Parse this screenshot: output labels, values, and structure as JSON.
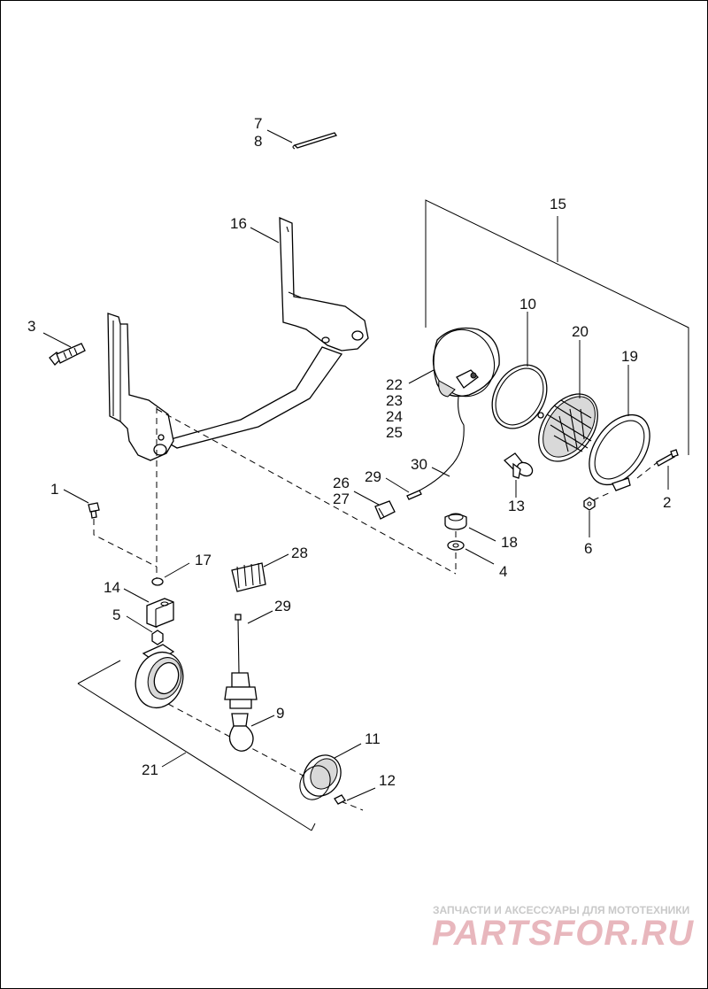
{
  "labels": {
    "p1": "1",
    "p2": "2",
    "p3": "3",
    "p4": "4",
    "p5": "5",
    "p6": "6",
    "p7": "7",
    "p8": "8",
    "p9": "9",
    "p10": "10",
    "p11": "11",
    "p12": "12",
    "p13": "13",
    "p14": "14",
    "p15": "15",
    "p16": "16",
    "p17": "17",
    "p18": "18",
    "p19": "19",
    "p20": "20",
    "p21": "21",
    "p22": "22",
    "p23": "23",
    "p24": "24",
    "p25": "25",
    "p26": "26",
    "p27": "27",
    "p28": "28",
    "p29a": "29",
    "p29b": "29",
    "p30": "30"
  },
  "watermark": {
    "tagline": "ЗАПЧАСТИ И АКСЕССУАРЫ ДЛЯ МОТОТЕХНИКИ",
    "brand": "PARTSFOR.RU"
  },
  "colors": {
    "line": "#000000",
    "watermark_brand": "#e8b7bd",
    "watermark_tagline": "#c9c9c9"
  }
}
